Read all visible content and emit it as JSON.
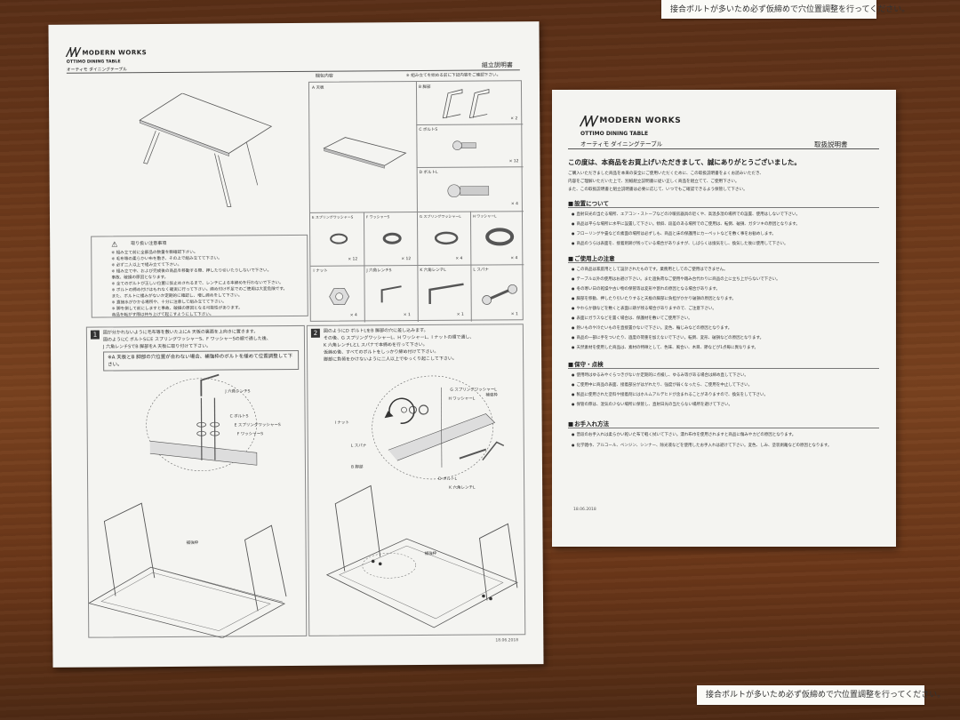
{
  "top_label": "接合ボルトが多いため必ず仮締めで穴位置調整を行ってください。",
  "bottom_label": "接合ボルトが多いため必ず仮締めで穴位置調整を行ってください。",
  "left_sheet": {
    "brand": "MODERN WORKS",
    "product_en": "OTTIMO DINING TABLE",
    "product_jp": "オーティモ ダイニングテーブル",
    "doc_title": "組立説明書",
    "parts_heading": "梱包内容",
    "parts_note": "※ 組み立てを始める前に下記内容をご確認下さい。",
    "parts": [
      {
        "label": "A 天板",
        "qty": ""
      },
      {
        "label": "B 脚部",
        "qty": "× 2"
      },
      {
        "label": "C ボルトS",
        "qty": "× 12"
      },
      {
        "label": "D ボルトL",
        "qty": "× 4"
      },
      {
        "label": "E スプリングワッシャーS",
        "qty": "× 12"
      },
      {
        "label": "F ワッシャーS",
        "qty": "× 12"
      },
      {
        "label": "G スプリングワッシャーL",
        "qty": "× 4"
      },
      {
        "label": "H ワッシャーL",
        "qty": "× 4"
      },
      {
        "label": "I ナット",
        "qty": "× 4"
      },
      {
        "label": "J 六角レンチS",
        "qty": "× 1"
      },
      {
        "label": "K 六角レンチL",
        "qty": "× 1"
      },
      {
        "label": "L スパナ",
        "qty": "× 1"
      }
    ],
    "caution_title": "取り扱い注意事項",
    "caution_lines": [
      "※ 組み立て前に全部品の数量を御確認下さい。",
      "※ 毛布等の柔らかい布を敷き、その上で組み立てて下さい。",
      "※ 必ず二人以上で組み立てて下さい。",
      "※ 組み立て中、および完成後の商品を移動する際、押したり引いたりしないで下さい。",
      "事故、破損の原因となります。",
      "※ 全てのボルトが正しい位置に仮止めされるまで、レンチによる本締めを行わないで下さい。",
      "※ ボルトの締め付けはもれなく確実に行って下さい。締め付け不足でのご使用は大変危険です。",
      "また、ボルトに緩みがないか定期的に確認し、増し締めをして下さい。",
      "※ 直接水がかかる場所や、十分に注意して組み立てて下さい。",
      "※ 脚を倒して前にしますと事故、破損の原因となる可能性があります。",
      "商品を転がす際は持ち上げて起こすようにして下さい。"
    ],
    "step1": {
      "number": "1",
      "text": [
        "図が分かれないように毛布等を敷いた上にA 天板の裏面を上向きに置きます。",
        "図のようにC ボルトSにE スプリングワッシャーS、F ワッシャーSの順で通した後、",
        "J 六角レンチSでB 脚部をA 天板に取り付けて下さい。"
      ],
      "note": "※A 天板とB 脚部の穴位置が合わない場合、補強枠のボルトを緩めて位置調整して下さい。",
      "callouts": [
        "J 六角レンチS",
        "C ボルトS",
        "E スプリングワッシャーS",
        "F ワッシャーS",
        "補強枠"
      ]
    },
    "step2": {
      "number": "2",
      "text": [
        "図のようにD ボルトLをB 脚部の穴に差し込みます。",
        "その後、G スプリングワッシャーL、H ワッシャーL、I ナットの順で通し、",
        "K 六角レンチLとL スパナで本締めを行って下さい。",
        "仮締め後、すべてのボルトをしっかり締め付けて下さい。",
        "脚部に負荷をかけないように二人以上でゆっくり起こして下さい。"
      ],
      "callouts": [
        "G スプリングワッシャーL",
        "H ワッシャーL",
        "補強枠",
        "I ナット",
        "L スパナ",
        "B 脚部",
        "D ボルトL",
        "K 六角レンチL",
        "補強枠"
      ]
    },
    "date": "18.06.2018"
  },
  "right_sheet": {
    "brand": "MODERN WORKS",
    "product_en": "OTTIMO DINING TABLE",
    "product_jp": "オーティモ ダイニングテーブル",
    "doc_title": "取扱説明書",
    "lead": "この度は、本商品をお買上げいただきまして、誠にありがとうございました。",
    "intro": [
      "ご購入いただきました商品を本来の安全にご使用いただくために、この取扱説明書をよくお読みいただき、",
      "内容をご理解いただいた上で、別紙組立説明書に従い正しく商品を組立てて、ご使用下さい。",
      "また、この取扱説明書と組立説明書は必要に応じて、いつでもご確認できるよう保管して下さい。"
    ],
    "sections": [
      {
        "title": "設置について",
        "bullets": [
          "直射日光の当たる場所、エアコン・ストーブなどの冷暖房器具の近くや、高温多湿の場所での設置、使用はしないで下さい。",
          "商品は平らな場所に水平に設置して下さい。傾斜、段差のある場所でのご使用は、転倒、破損、ガタツキの原因となります。",
          "フローリングや畳などの素面の場所は必ずしも、商品と床の保護用にカーペットなどを敷く事をお勧めします。",
          "商品のうらは表面を、接着剤跡が残っている場合がありますが、しばらくは換気をし、換気した後に使用して下さい。"
        ]
      },
      {
        "title": "ご使用上の注意",
        "bullets": [
          "この商品は家庭用として設計されたものです。業務用としてのご使用はできません。",
          "テーブル以外の使用はお避け下さい。また過負荷なご使用や踏み台代わりに商品の上に立ち上がらないで下さい。",
          "冬の寒い日の乾燥や古い物の保管等は変形や割れの原因となる場合があります。",
          "脚部を移動、押したり引いたりすると天板の脚部に負担がかかり破損の原因となります。",
          "やわらか額などを敷くと表面に跡が残る場合がありますので、ご注意下さい。",
          "表面にガラスなどを置く場合は、保護材を敷いてご使用下さい。",
          "熱いものや冷たいものを直接置かないで下さい。変色、輪じみなどの原因となります。",
          "商品の一部に手をついたり、過度の荷重を加えないで下さい。転倒、変形、破損などの原因となります。",
          "天然素材を使用した商品は、素材の特徴として、色味、風合い、木目、節などが1点毎に異なります。"
        ]
      },
      {
        "title": "保守・点検",
        "bullets": [
          "使用時はゆるみやぐらつきがないか定期的に点検し、ゆるみ等がある場合は締め直して下さい。",
          "ご使用中に商品の表面、接着部分がはがれたり、強度が弱くなったら、ご使用を中止して下さい。",
          "製品に使用された塗料や接着剤にはホルムアルデヒドが含まれることがありますので、換気をして下さい。",
          "保管の際は、湿気の少ない場所に保管し、直射日光の当たらない場所を避けて下さい。"
        ]
      },
      {
        "title": "お手入れ方法",
        "bullets": [
          "普段のお手入れは柔らかい乾いた布で軽く拭いて下さい。濡れ布巾を使用されますと商品に傷みやカビの原因となります。",
          "化学雑巾、アルコール、ベンジン、シンナー、除光液などを使用したお手入れは避けて下さい。変色、しみ、塗装剥離などの原因となります。"
        ]
      }
    ],
    "date": "18.06.2018"
  }
}
